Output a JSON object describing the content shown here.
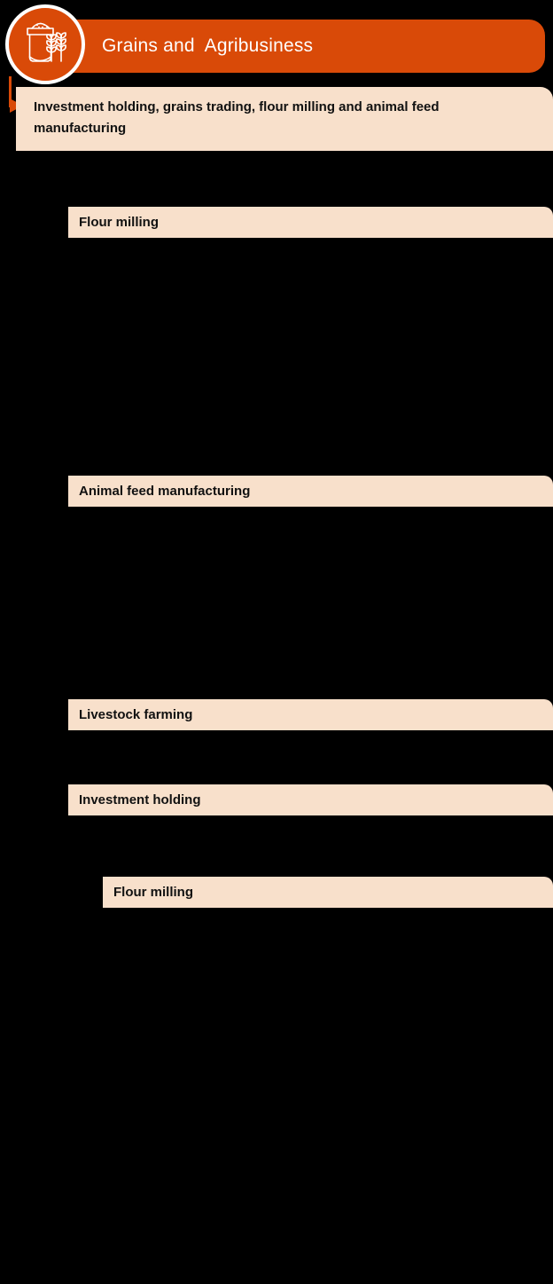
{
  "header": {
    "title": "Grains and  Agribusiness",
    "icon": "grain-sack-wheat-icon",
    "bar_color": "#D94A08"
  },
  "description": {
    "text": "Investment holding, grains trading, flour milling and animal feed manufacturing",
    "panel_color": "#F8E0CB"
  },
  "connector": {
    "color": "#D94A08",
    "arrow": "right-arrow-icon"
  },
  "activities": [
    {
      "label": "Flour milling"
    },
    {
      "label": "Animal feed manufacturing"
    },
    {
      "label": "Livestock farming"
    },
    {
      "label": "Investment holding"
    },
    {
      "label": "Flour milling"
    }
  ],
  "palette": {
    "background": "#000000",
    "accent": "#D94A08",
    "panel": "#F8E0CB",
    "text_dark": "#111111",
    "text_light": "#FFFFFF"
  }
}
